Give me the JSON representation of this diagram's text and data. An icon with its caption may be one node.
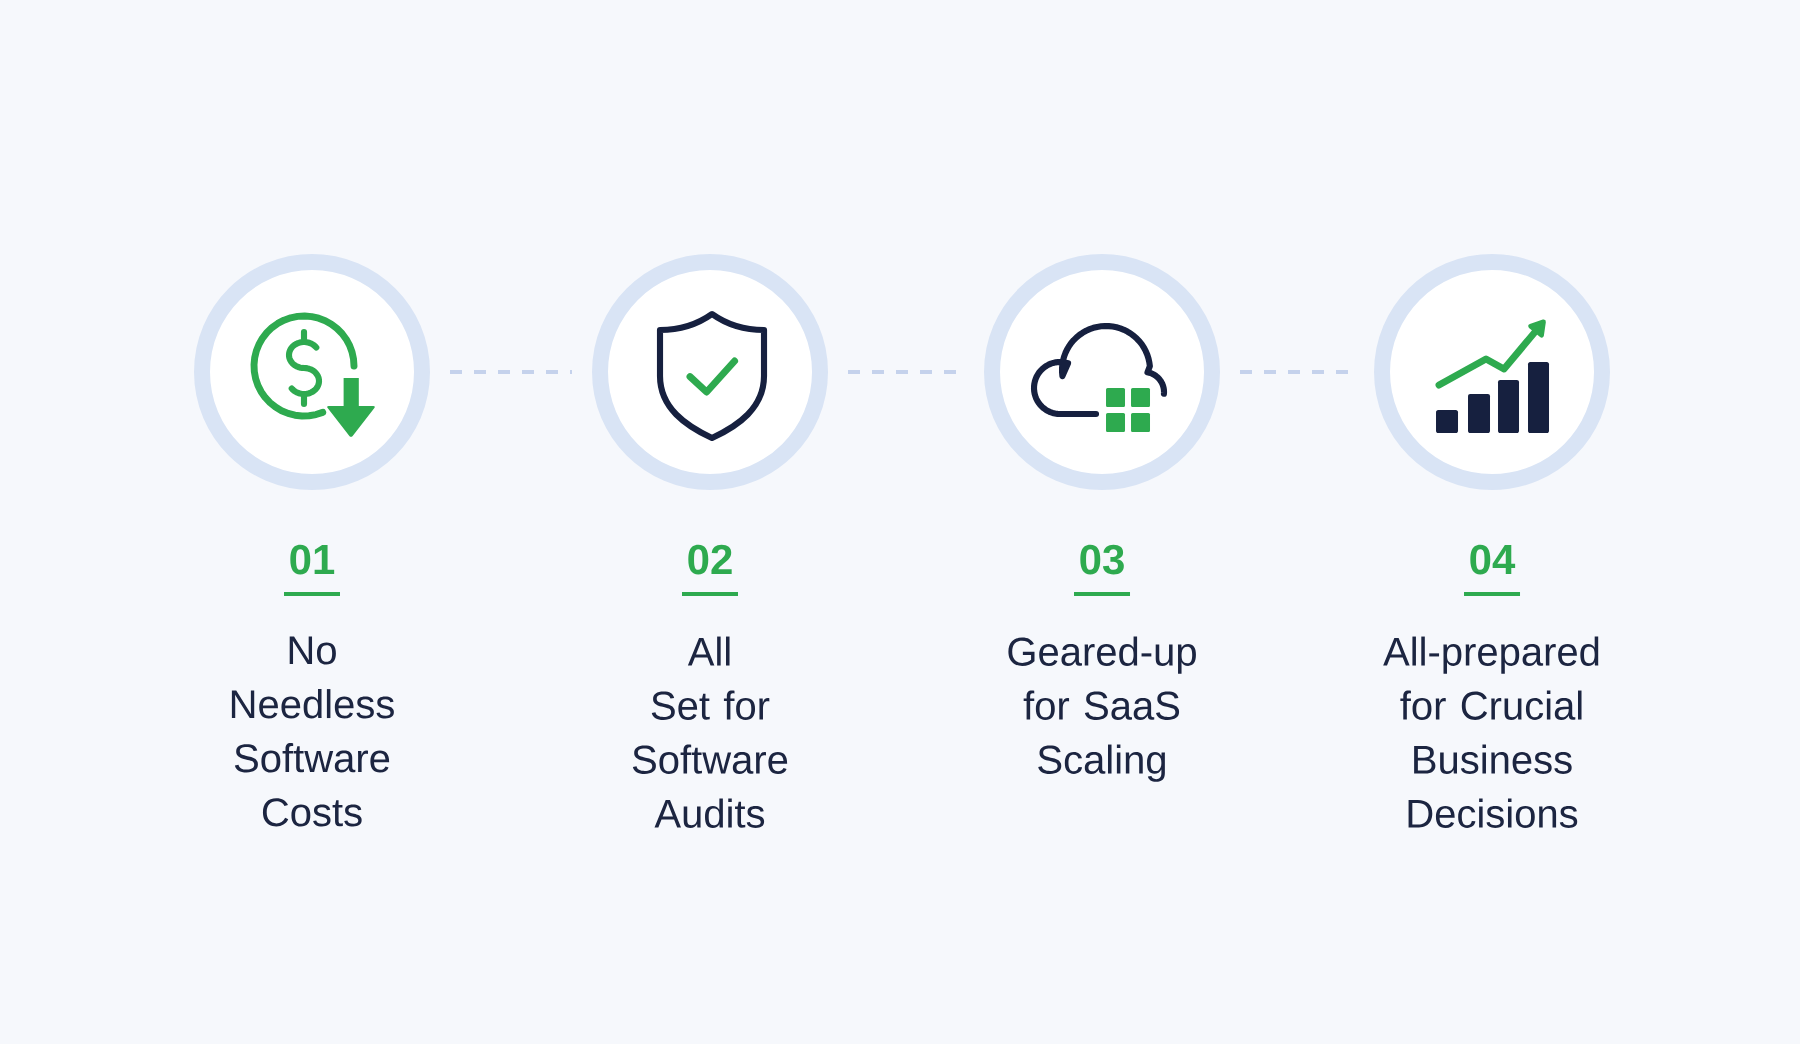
{
  "diagram": {
    "nodes": [
      {
        "text": [],
        "shape": "circle",
        "beside": [
          "01",
          "No Needless Software Costs"
        ]
      },
      {
        "text": [],
        "shape": "circle",
        "beside": [
          "02",
          "All Set for Software Audits"
        ]
      },
      {
        "text": [],
        "shape": "circle",
        "beside": [
          "03",
          "Geared-up for SaaS Scaling"
        ]
      },
      {
        "text": [],
        "shape": "circle",
        "beside": [
          "04",
          "All-prepared for Crucial Business Decisions"
        ]
      }
    ],
    "edges": [
      {
        "from": 0,
        "to": 1,
        "arrow": "none",
        "style": "dashed"
      },
      {
        "from": 1,
        "to": 2,
        "arrow": "none",
        "style": "dashed"
      },
      {
        "from": 2,
        "to": 3,
        "arrow": "none",
        "style": "dashed"
      }
    ]
  }
}
